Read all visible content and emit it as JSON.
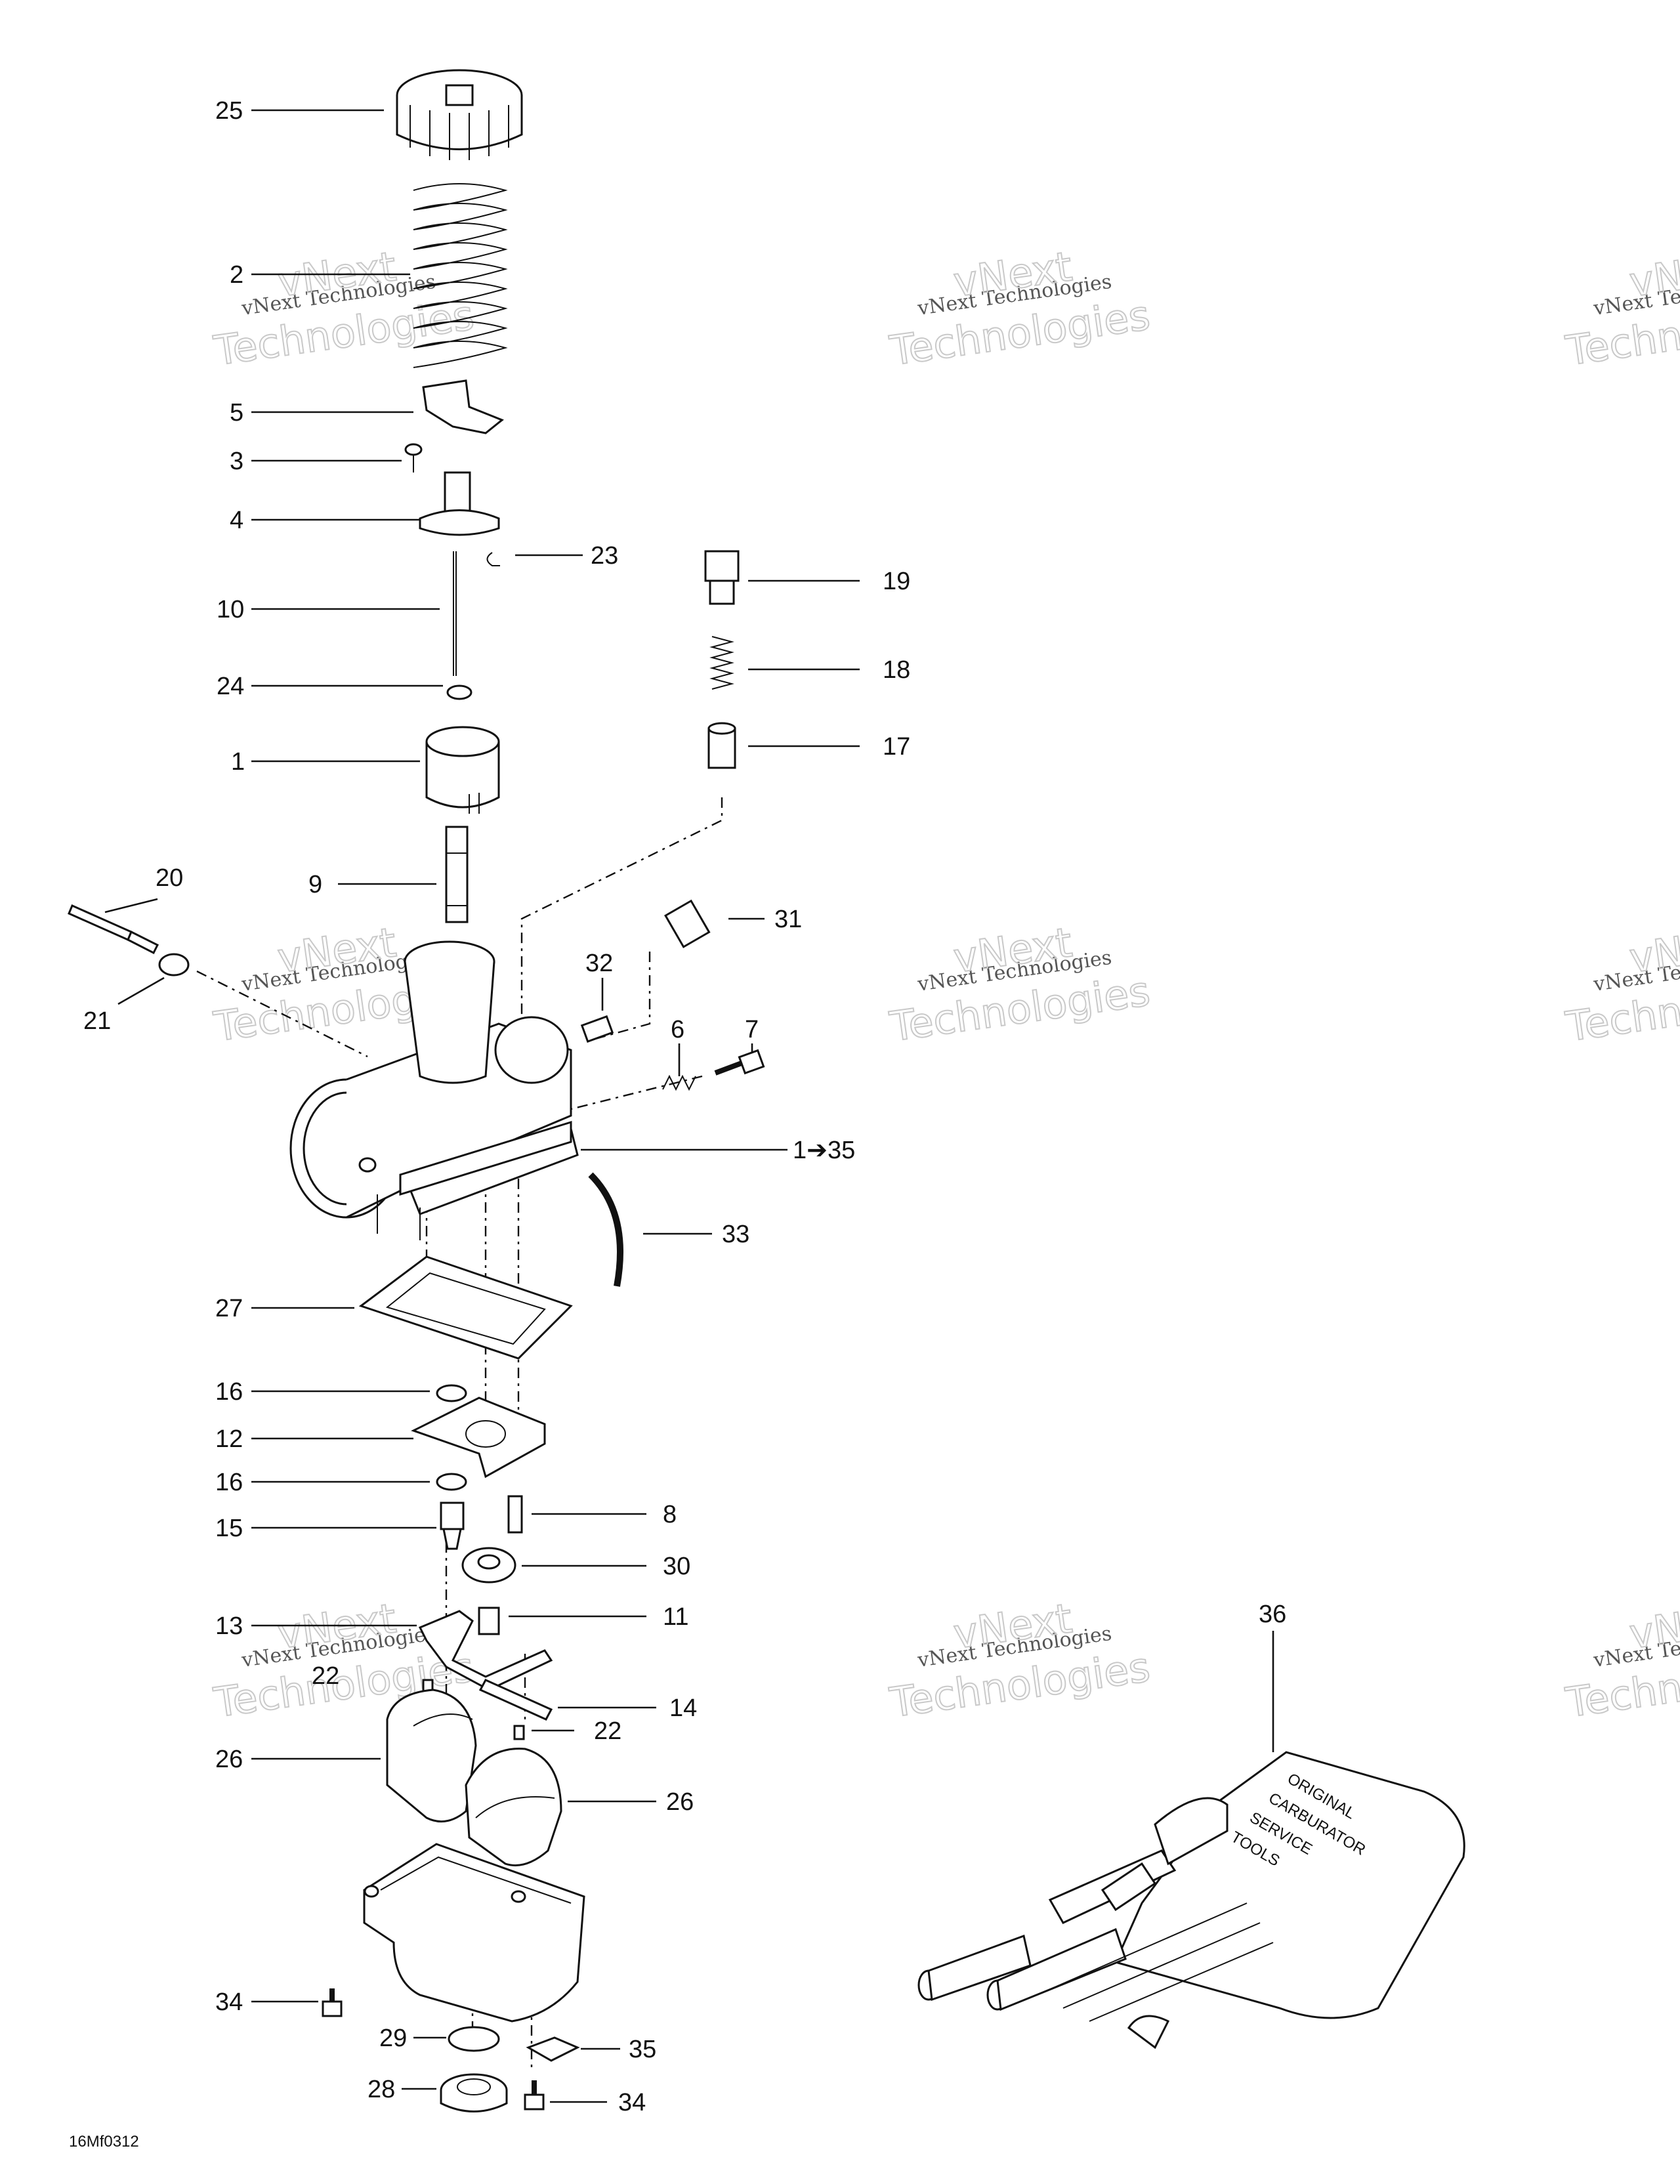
{
  "diagram_code": "16Mf0312",
  "watermark": {
    "line1": "vNext Technologies",
    "line2": "Technologies",
    "tag": "vNext"
  },
  "callouts": {
    "c25": "25",
    "c2": "2",
    "c5": "5",
    "c3": "3",
    "c4": "4",
    "c23": "23",
    "c10": "10",
    "c24": "24",
    "c1": "1",
    "c9": "9",
    "c19": "19",
    "c18": "18",
    "c17": "17",
    "c20": "20",
    "c21": "21",
    "c31": "31",
    "c32": "32",
    "c6": "6",
    "c7": "7",
    "c1to35": "1➔35",
    "c33": "33",
    "c27": "27",
    "c16a": "16",
    "c12": "12",
    "c16b": "16",
    "c15": "15",
    "c8": "8",
    "c30": "30",
    "c13": "13",
    "c11": "11",
    "c22a": "22",
    "c14": "14",
    "c22b": "22",
    "c26a": "26",
    "c26b": "26",
    "c34a": "34",
    "c29": "29",
    "c35": "35",
    "c28": "28",
    "c34b": "34",
    "c36": "36"
  },
  "toolkit_text": [
    "ORIGINAL",
    "CARBURATOR",
    "SERVICE",
    "TOOLS"
  ]
}
